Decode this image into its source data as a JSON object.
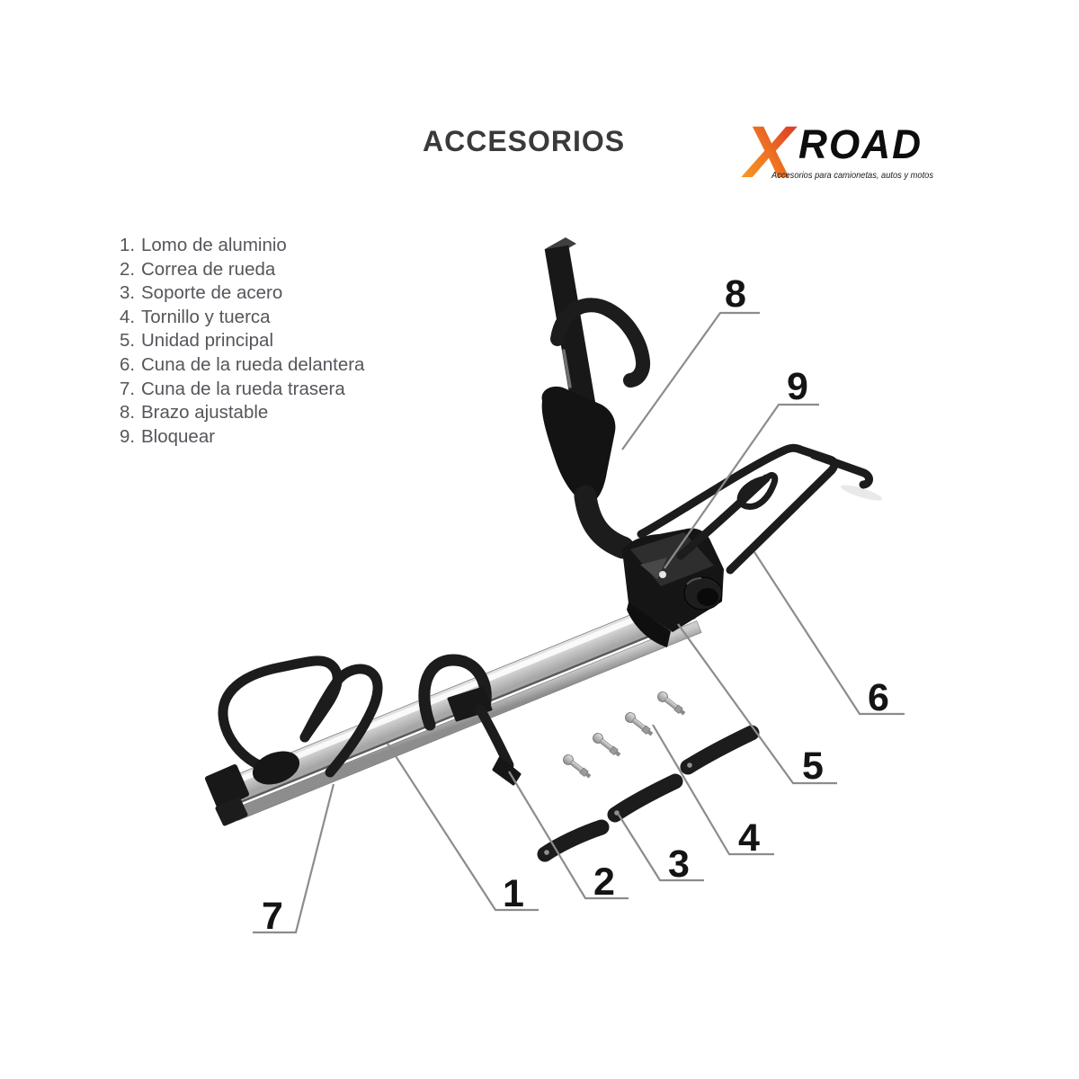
{
  "title": "ACCESORIOS",
  "logo": {
    "x": "X",
    "road": "ROAD",
    "tagline": "Accesorios para camionetas, autos y motos"
  },
  "parts_list": [
    {
      "number": "1.",
      "label": "Lomo de aluminio"
    },
    {
      "number": "2.",
      "label": "Correa de rueda"
    },
    {
      "number": "3.",
      "label": "Soporte de acero"
    },
    {
      "number": "4.",
      "label": "Tornillo y tuerca"
    },
    {
      "number": "5.",
      "label": "Unidad principal"
    },
    {
      "number": "6.",
      "label": "Cuna de la rueda delantera"
    },
    {
      "number": "7.",
      "label": "Cuna de la rueda trasera"
    },
    {
      "number": "8.",
      "label": "Brazo ajustable"
    },
    {
      "number": "9.",
      "label": "Bloquear"
    }
  ],
  "diagram": {
    "callouts": [
      {
        "number": "1",
        "part": "Lomo de aluminio"
      },
      {
        "number": "2",
        "part": "Correa de rueda"
      },
      {
        "number": "3",
        "part": "Soporte de acero"
      },
      {
        "number": "4",
        "part": "Tornillo y tuerca"
      },
      {
        "number": "5",
        "part": "Unidad principal"
      },
      {
        "number": "6",
        "part": "Cuna de la rueda delantera"
      },
      {
        "number": "7",
        "part": "Cuna de la rueda trasera"
      },
      {
        "number": "8",
        "part": "Brazo ajustable"
      },
      {
        "number": "9",
        "part": "Bloquear"
      }
    ],
    "colors": {
      "rail_metal": "#d6d6d6",
      "black_parts": "#161616",
      "callout_line": "#8c8c8c",
      "list_text": "#55565b",
      "title_text": "#3a3a3c",
      "logo_x_top": "#d5302a",
      "logo_x_bottom": "#f9a422",
      "logo_road": "#0d0d0d"
    }
  }
}
